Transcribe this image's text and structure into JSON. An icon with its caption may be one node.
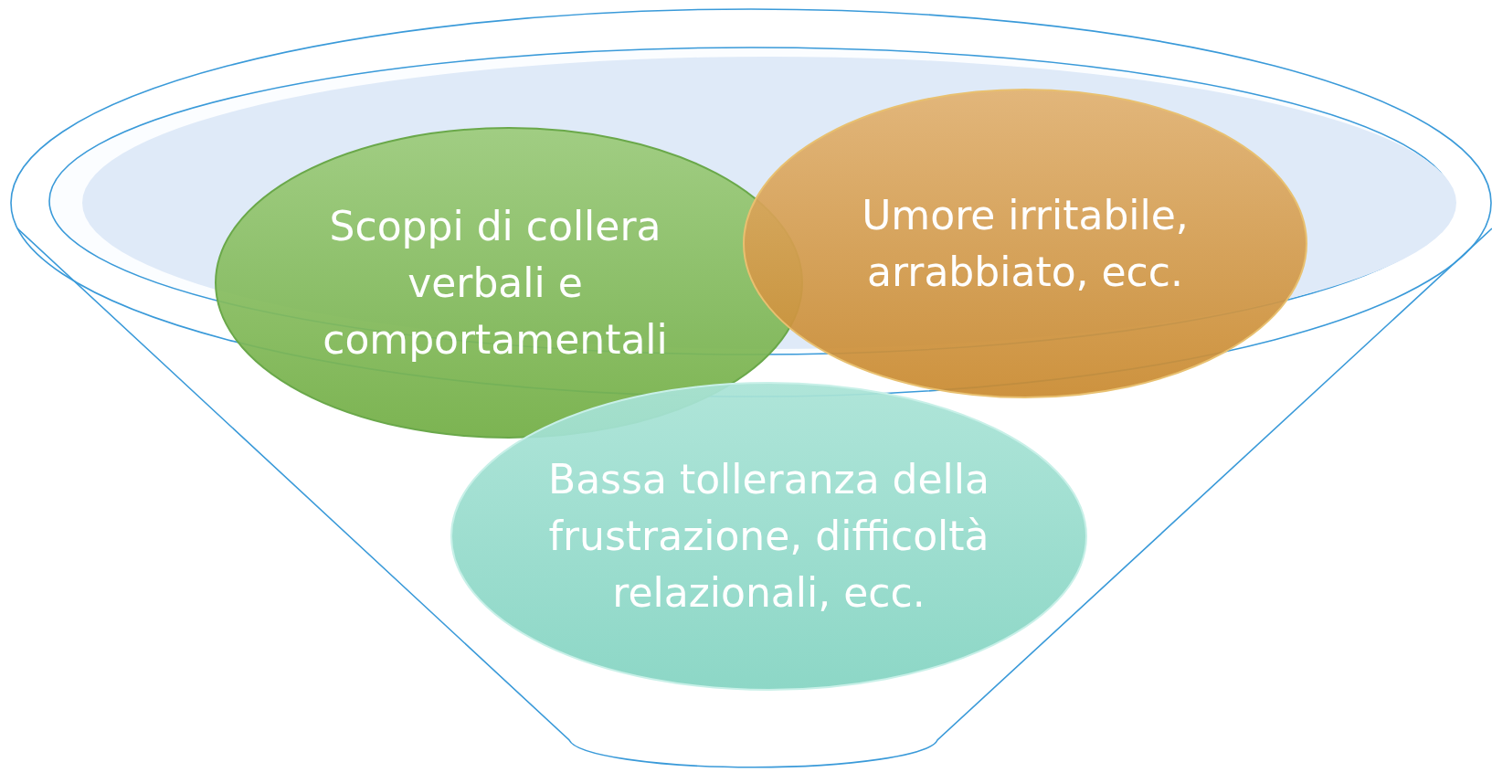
{
  "diagram": {
    "nodes": [
      {
        "text": [
          "Scoppi di collera verbali e comportamentali"
        ]
      },
      {
        "text": [
          "Umore irritabile, arrabbiato, ecc."
        ]
      },
      {
        "text": [
          "Bassa tolleranza della frustrazione, difficoltà relazionali, ecc."
        ]
      }
    ],
    "edges": []
  }
}
